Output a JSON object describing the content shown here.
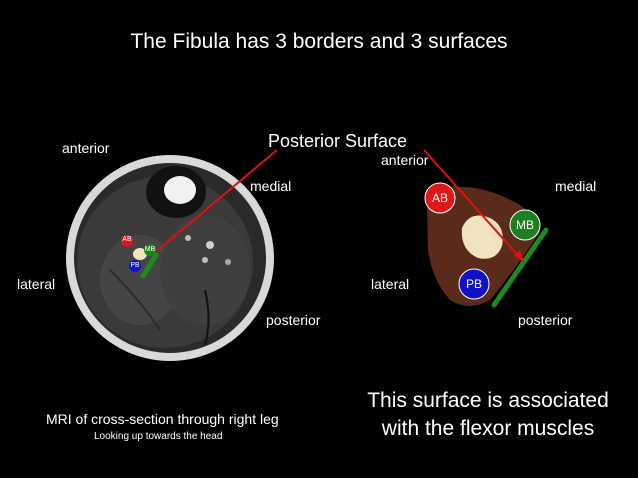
{
  "slide": {
    "title": "The Fibula has 3 borders and 3 surfaces",
    "callout": "Posterior Surface",
    "mri": {
      "anterior": "anterior",
      "medial": "medial",
      "lateral": "lateral",
      "posterior": "posterior",
      "ab": "AB",
      "mb": "MB",
      "pb": "PB",
      "caption_line1": "MRI of cross-section through right leg",
      "caption_line2": "Looking up towards the head"
    },
    "diagram": {
      "anterior": "anterior",
      "medial": "medial",
      "lateral": "lateral",
      "posterior": "posterior",
      "ab": "AB",
      "mb": "MB",
      "pb": "PB"
    },
    "note_line1": "This surface is associated",
    "note_line2": "with the flexor muscles"
  },
  "colors": {
    "background": "#000000",
    "anterior_border": "#e0161a",
    "medial_border": "#1e7f1e",
    "posterior_border": "#1010c8",
    "surface_line": "#1e8a1e",
    "bone": "#f2e2c0",
    "fibula_fill": "#5a2a1a",
    "arrow": "#e01010"
  }
}
